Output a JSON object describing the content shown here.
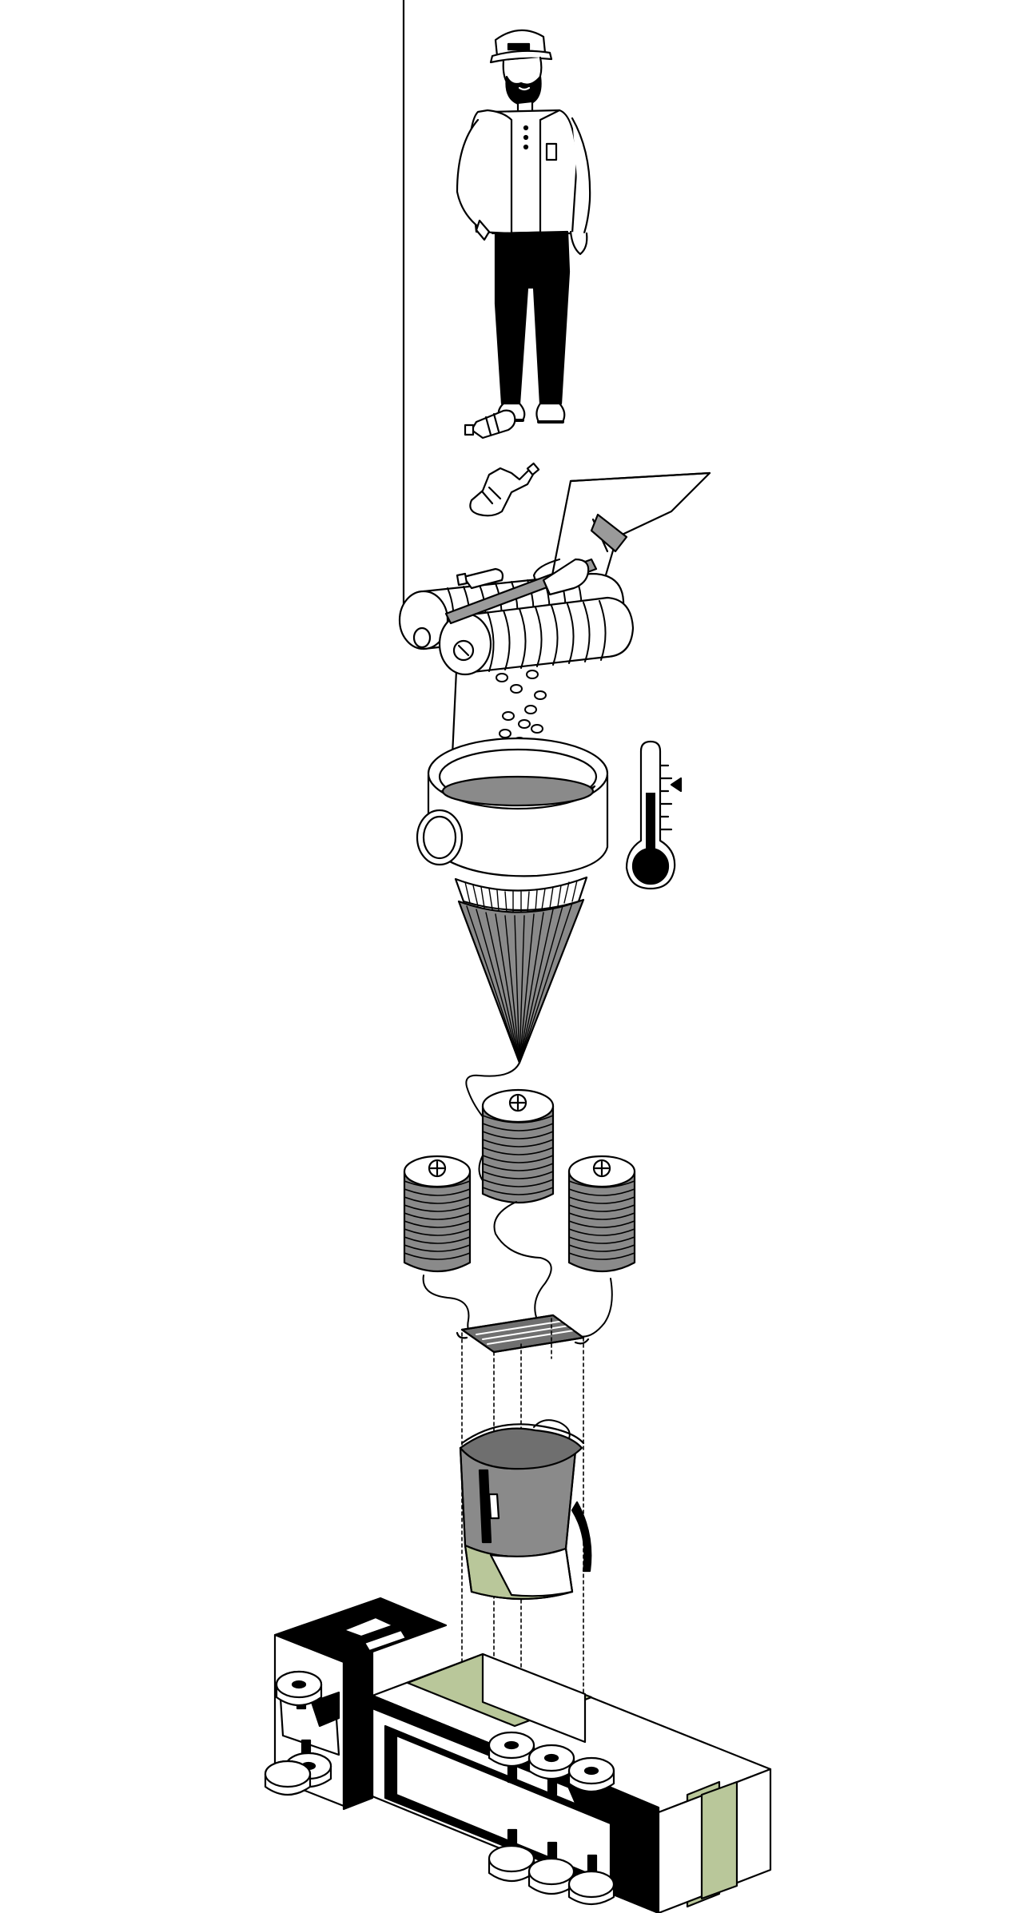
{
  "figure": {
    "kind": "illustrated process diagram",
    "steps": [
      {
        "id": "person",
        "icon": "person-icon"
      },
      {
        "id": "bottles",
        "icon": "bottle-icon"
      },
      {
        "id": "shredder",
        "icon": "shredder-rollers-icon"
      },
      {
        "id": "pellets",
        "icon": "pellets-icon"
      },
      {
        "id": "melter",
        "icon": "melting-pot-icon"
      },
      {
        "id": "thermometer",
        "icon": "thermometer-icon"
      },
      {
        "id": "spinneret",
        "icon": "spinneret-cone-icon"
      },
      {
        "id": "spools",
        "icon": "yarn-spool-icon"
      },
      {
        "id": "fabric",
        "icon": "woven-fabric-icon"
      },
      {
        "id": "bag",
        "icon": "bag-icon"
      },
      {
        "id": "truck",
        "icon": "truck-icon"
      }
    ]
  },
  "colors": {
    "ink": "#000000",
    "paper": "#ffffff",
    "gray": "#8a8a8a",
    "dark_gray": "#6f6f6f",
    "light_gray": "#cfcfcf",
    "green": "#b9c79a"
  }
}
